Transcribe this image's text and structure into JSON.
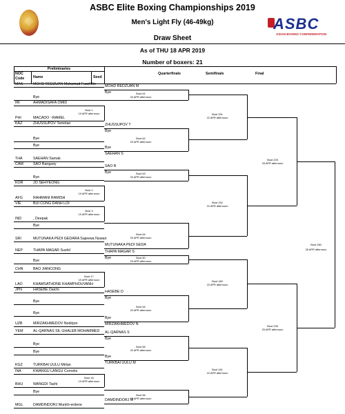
{
  "header": {
    "title": "ASBC Elite Boxing Championships 2019",
    "event": "Men's Light Fly (46-49kg)",
    "sheet": "Draw Sheet",
    "asof": "As of THU 18 APR 2019",
    "boxers": "Number of boxers: 21",
    "logo_text": "ASBC",
    "logo_sub": "ASIAN BOXING CONFEDERATION"
  },
  "columns": {
    "prelim": "Preliminaries",
    "noc": "NOC",
    "code": "Code",
    "name": "Name",
    "seed": "Seed",
    "qf": "Quarterfinals",
    "sf": "Semifinals",
    "fin": "Final"
  },
  "entries": [
    {
      "code": "MAS",
      "name": "MOHD REDZUAN Muhamad Fuad Bin"
    },
    {
      "code": "",
      "name": "Bye"
    },
    {
      "code": "IRI",
      "name": "AHMADISAFA OMID"
    },
    {
      "code": "PHI",
      "name": "MACADO ~RAMEL"
    },
    {
      "code": "KAZ",
      "name": "ZHUSSUPOV Temirlan"
    },
    {
      "code": "",
      "name": "Bye"
    },
    {
      "code": "",
      "name": "Bye"
    },
    {
      "code": "THA",
      "name": "SAEHAN Samak"
    },
    {
      "code": "CAM",
      "name": "SAO Rangsey"
    },
    {
      "code": "",
      "name": "Bye"
    },
    {
      "code": "KOR",
      "name": "JO SEHYEONG"
    },
    {
      "code": "AFG",
      "name": "RAHMANI RAMISH"
    },
    {
      "code": "VIE",
      "name": "BUI CONG DANH LOI"
    },
    {
      "code": "IND",
      "name": ", Deepak"
    },
    {
      "code": "",
      "name": "Bye"
    },
    {
      "code": "SRI",
      "name": "MUTUNAKA PEDI GEDARA Sajeewa Nuwan"
    },
    {
      "code": "NEP",
      "name": "THAPA MAGAR Sushil"
    },
    {
      "code": "",
      "name": "Bye"
    },
    {
      "code": "CHN",
      "name": "BAO JIANCONG"
    },
    {
      "code": "LAO",
      "name": "KHAMSATHONE KHAMPHOUVANH"
    },
    {
      "code": "JPN",
      "name": "HASEBE Daichi"
    },
    {
      "code": "",
      "name": "Bye"
    },
    {
      "code": "",
      "name": "Bye"
    },
    {
      "code": "UZB",
      "name": "MIRZAKHMEDOV Nodirjon"
    },
    {
      "code": "YEM",
      "name": "AL-QARNAS SIL GHALEB MOHAMMED"
    },
    {
      "code": "",
      "name": "Bye"
    },
    {
      "code": "",
      "name": "Bye"
    },
    {
      "code": "KGZ",
      "name": "TURKBAI UULU Mirlan"
    },
    {
      "code": "INA",
      "name": "KWANGU LANGU Cornelis"
    },
    {
      "code": "BHU",
      "name": "WANGDI Tashi"
    },
    {
      "code": "",
      "name": "Bye"
    },
    {
      "code": "MGL",
      "name": "DAMDINDORJ Munkh-erdene"
    }
  ],
  "prelim_bouts": [
    {
      "bout": "Bout 1",
      "date": "19 APR afternoon"
    },
    {
      "bout": "Bout 2",
      "date": "19 APR afternoon"
    },
    {
      "bout": "Bout 3",
      "date": "19 APR afternoon"
    },
    {
      "bout": "Bout 17",
      "date": "19 APR afternoon"
    },
    {
      "bout": "Bout 18",
      "date": "19 APR afternoon"
    }
  ],
  "r16": [
    {
      "a": "MOHD REDZUAN M",
      "b": "Bye",
      "bout": "Bout 61",
      "date": "20 APR afternoon"
    },
    {
      "a": "ZHUSSUPOV T",
      "b": "Bye",
      "c": "Bye",
      "d": "SAEHAN S",
      "bout": "Bout 62",
      "date": "20 APR afternoon"
    },
    {
      "a": "SAO R",
      "b": "Bye",
      "bout": "Bout 63",
      "date": "20 APR afternoon"
    },
    {
      "a": "",
      "b": "",
      "c": "MUTUNAKA PEDI GEDA",
      "bout": "Bout 64",
      "date": "20 APR afternoon"
    },
    {
      "a": "THAPA MAGAR S",
      "b": "Bye",
      "bout": "Bout 60",
      "date": "20 APR afternoon"
    },
    {
      "a": "HASEBE D",
      "b": "Bye",
      "c": "Bye",
      "d": "MIRZAKHMEDOV N",
      "bout": "Bout 64",
      "date": "20 APR afternoon"
    },
    {
      "a": "AL-QARNAS S",
      "b": "Bye",
      "c": "Bye",
      "d": "TURKBAI UULU M",
      "bout": "Bout 65",
      "date": "20 APR afternoon"
    },
    {
      "a": "",
      "b": "",
      "c": "DAMDINDORJ M",
      "bout": "Bout 66",
      "date": "20 APR afternoon"
    }
  ],
  "qf": [
    {
      "bout": "Bout 151",
      "date": "22 APR afternoon"
    },
    {
      "bout": "Bout 152",
      "date": "22 APR afternoon"
    },
    {
      "bout": "Bout 160",
      "date": "22 APR afternoon"
    },
    {
      "bout": "Bout 161",
      "date": "22 APR afternoon"
    }
  ],
  "sf": [
    {
      "bout": "Bout 225",
      "date": "25 APR afternoon"
    },
    {
      "bout": "Bout 235",
      "date": "25 APR afternoon"
    }
  ],
  "final": {
    "bout": "Bout 280",
    "date": "26 APR afternoon"
  }
}
